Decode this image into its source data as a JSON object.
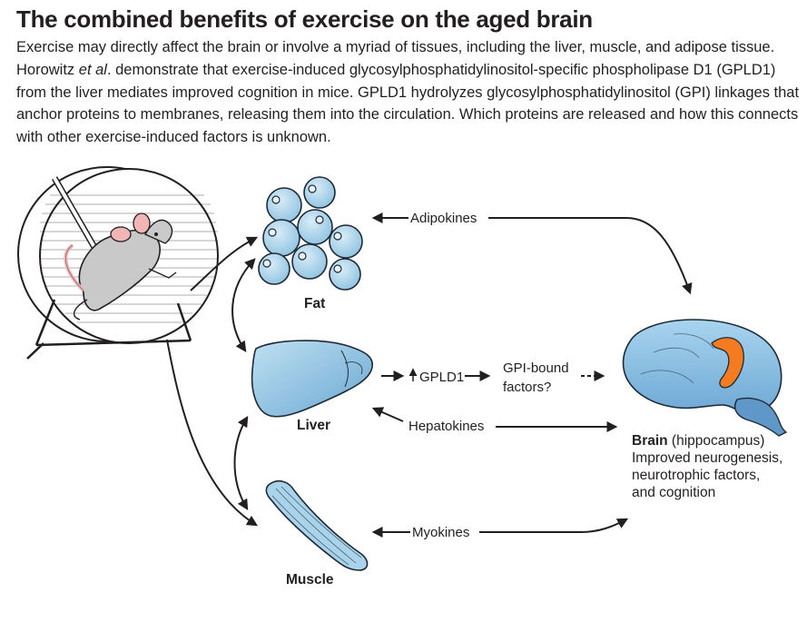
{
  "title": "The combined benefits of exercise on the aged brain",
  "intro": {
    "part1": "Exercise may directly affect the brain or involve a myriad of tissues, including the liver, muscle, and adipose tissue. Horowitz ",
    "italic": "et al",
    "part2": ". demonstrate that exercise-induced glycosylphosphatidylinositol-specific phospholipase D1 (GPLD1) from the liver mediates improved cognition in mice. GPLD1 hydrolyzes glycosylphosphatidylinositol (GPI) linkages that anchor proteins to membranes, releasing them into the circulation. Which proteins are released and how this connects with other exercise-induced factors is unknown."
  },
  "diagram": {
    "organs": {
      "fat": "Fat",
      "liver": "Liver",
      "muscle": "Muscle"
    },
    "factors": {
      "adipokines": "Adipokines",
      "gpld1": "GPLD1",
      "gpi_line1": "GPI-bound",
      "gpi_line2": "factors?",
      "hepatokines": "Hepatokines",
      "myokines": "Myokines"
    },
    "brain": {
      "name": "Brain",
      "region": " (hippocampus)",
      "effect1": "Improved neurogenesis,",
      "effect2": "neurotrophic factors,",
      "effect3": "and cognition"
    },
    "colors": {
      "organ_fill": "#a9d3ea",
      "organ_stroke": "#1e2a36",
      "hippocampus": "#f47b20",
      "mouse_fill": "#c9c9c9"
    }
  }
}
